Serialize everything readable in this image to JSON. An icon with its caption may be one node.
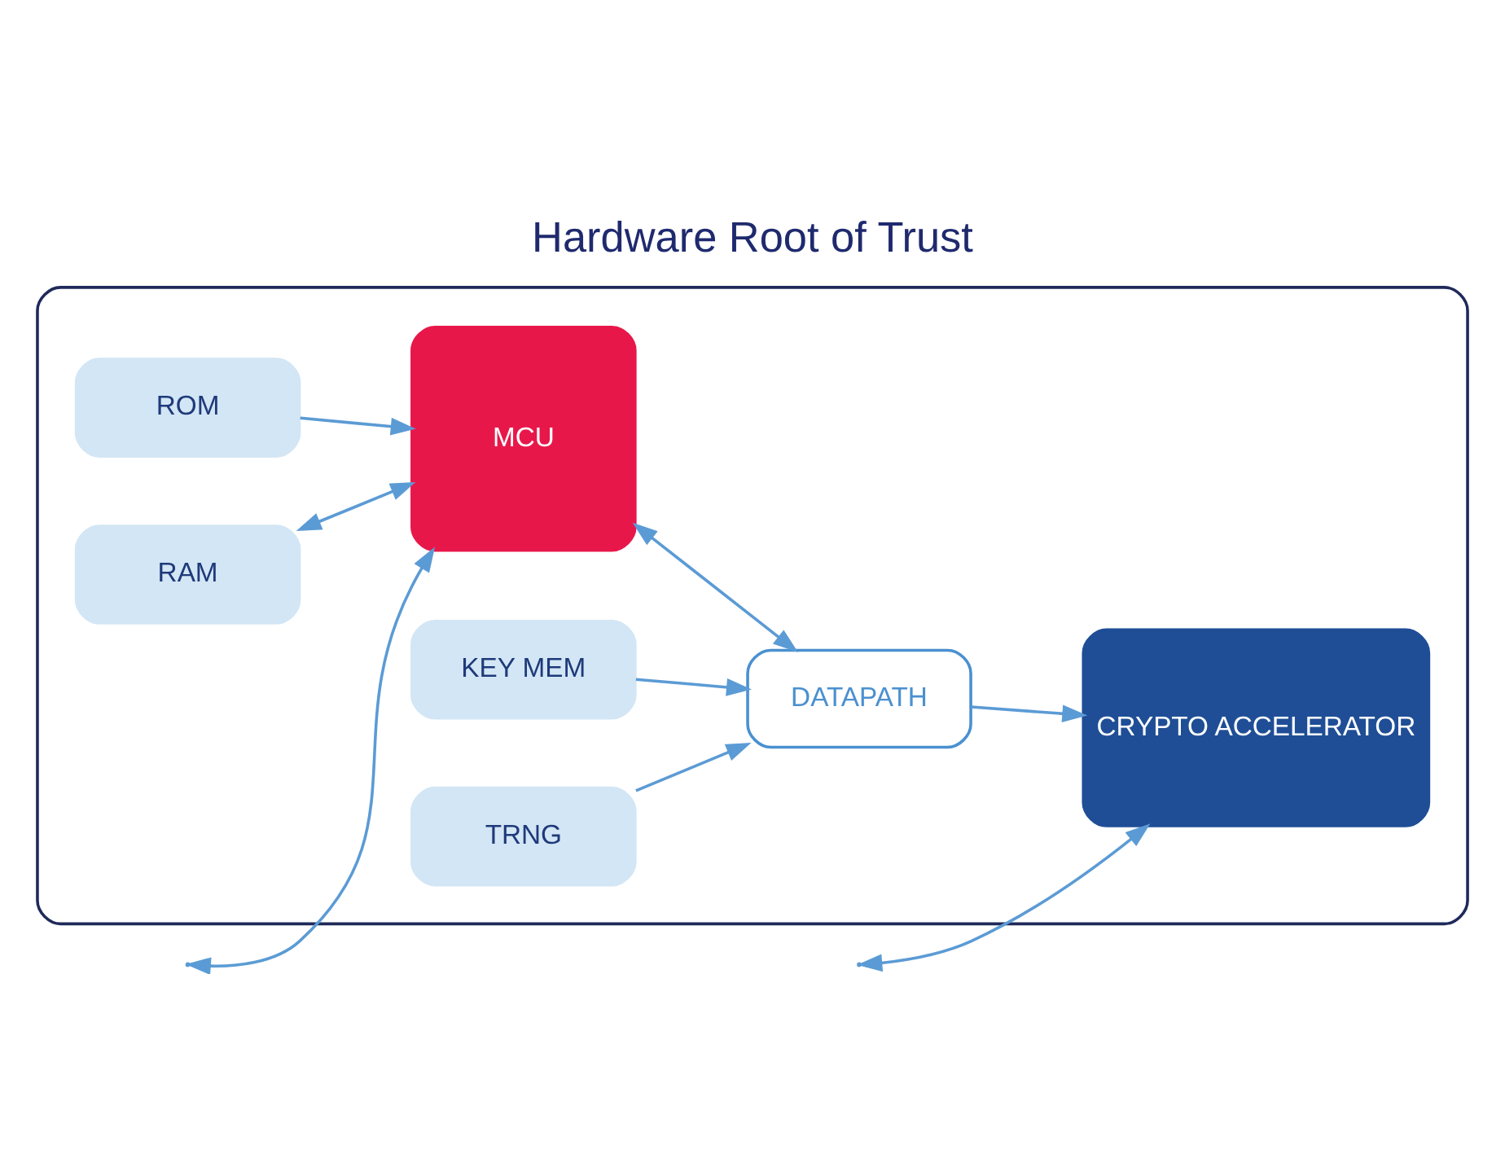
{
  "diagram": {
    "title": "Hardware Root of Trust",
    "nodes": [
      {
        "text": [],
        "shape": "box"
      },
      {
        "text": [
          "ROM"
        ],
        "in": 0
      },
      {
        "text": [
          "RAM"
        ],
        "in": 0
      },
      {
        "text": [
          "KEY MEM"
        ],
        "in": 0
      },
      {
        "text": [
          "MCU"
        ],
        "in": 0
      },
      {
        "text": [
          "DATAPATH"
        ],
        "in": 0
      },
      {
        "text": [
          "TRNG"
        ],
        "in": 0
      },
      {
        "text": [
          "CRYPTO ACCELERATOR"
        ],
        "in": 0
      }
    ],
    "edges": [
      {
        "from": null,
        "to": 4,
        "arrow": "both"
      },
      {
        "from": null,
        "to": 7,
        "arrow": "both"
      },
      {
        "from": 1,
        "to": 4,
        "arrow": "to"
      },
      {
        "from": 2,
        "to": 4,
        "arrow": "both"
      },
      {
        "from": 4,
        "to": 5,
        "arrow": "both"
      },
      {
        "from": 3,
        "to": 5,
        "arrow": "to"
      },
      {
        "from": 6,
        "to": 5,
        "arrow": "to"
      },
      {
        "from": 5,
        "to": 7,
        "arrow": "to"
      }
    ]
  }
}
